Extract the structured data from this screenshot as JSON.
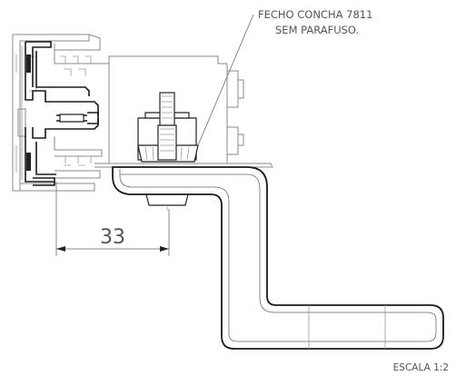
{
  "annotation": {
    "line1": "FECHO CONCHA 7811",
    "line2": "SEM PARAFUSO."
  },
  "dimension": {
    "value": "33"
  },
  "scale": {
    "label": "ESCALA 1:2"
  }
}
